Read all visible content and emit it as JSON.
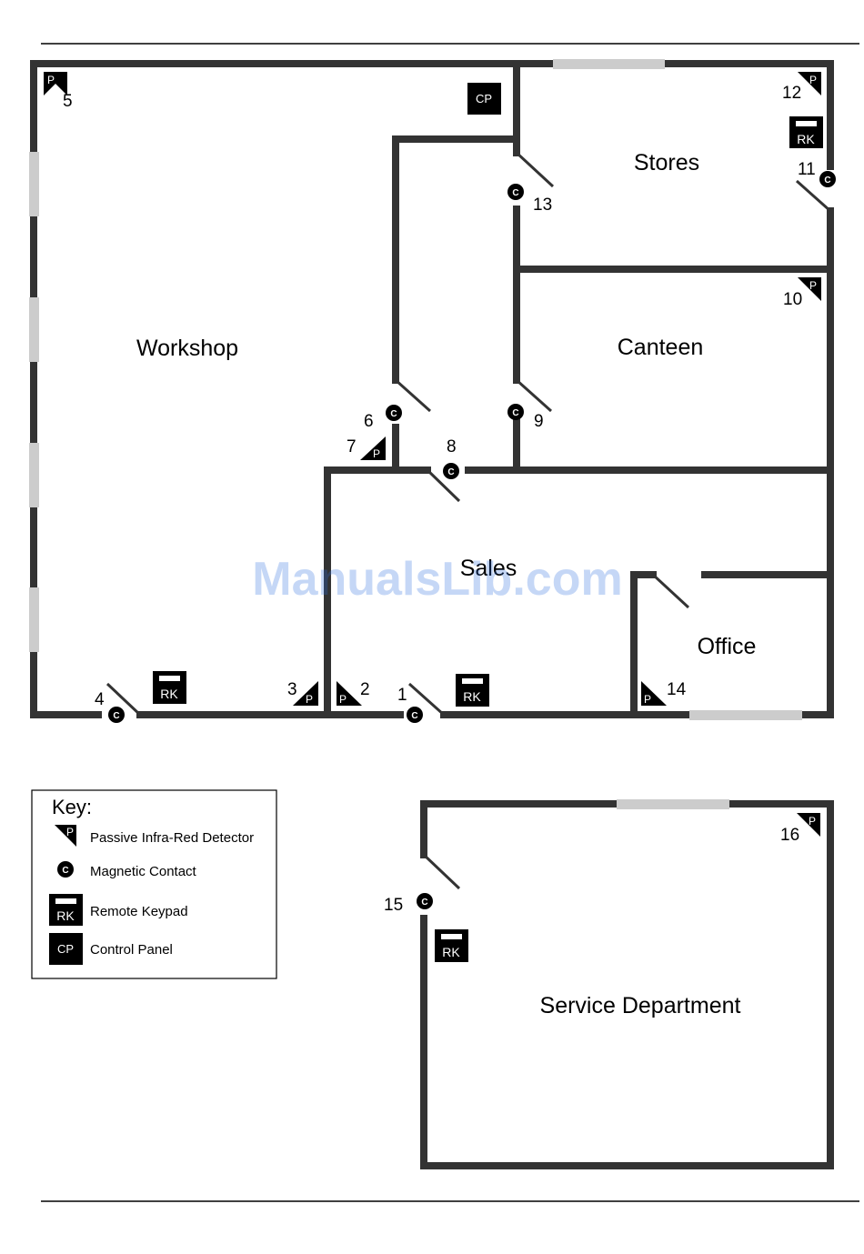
{
  "rooms": {
    "workshop": "Workshop",
    "stores": "Stores",
    "canteen": "Canteen",
    "sales": "Sales",
    "office": "Office",
    "service": "Service Department"
  },
  "devices": [
    {
      "id": "5",
      "type": "pir"
    },
    {
      "id": "12",
      "type": "pir"
    },
    {
      "id": "11",
      "type": "contact"
    },
    {
      "id": "13",
      "type": "contact"
    },
    {
      "id": "10",
      "type": "pir"
    },
    {
      "id": "6",
      "type": "contact"
    },
    {
      "id": "9",
      "type": "contact"
    },
    {
      "id": "7",
      "type": "pir"
    },
    {
      "id": "8",
      "type": "contact"
    },
    {
      "id": "4",
      "type": "contact"
    },
    {
      "id": "3",
      "type": "pir"
    },
    {
      "id": "2",
      "type": "pir"
    },
    {
      "id": "1",
      "type": "contact"
    },
    {
      "id": "14",
      "type": "pir"
    },
    {
      "id": "15",
      "type": "contact"
    },
    {
      "id": "16",
      "type": "pir"
    }
  ],
  "symbols": {
    "pir_letter": "P",
    "contact_letter": "C",
    "keypad_letters": "RK",
    "control_panel_letters": "CP"
  },
  "key": {
    "title": "Key:",
    "items": [
      {
        "label": "Passive Infra-Red Detector",
        "icon": "pir-detector-icon"
      },
      {
        "label": "Magnetic Contact",
        "icon": "magnetic-contact-icon"
      },
      {
        "label": "Remote Keypad",
        "icon": "remote-keypad-icon"
      },
      {
        "label": "Control Panel",
        "icon": "control-panel-icon"
      }
    ]
  },
  "watermark": "ManualsLib.com",
  "colors": {
    "wall": "#333333",
    "window": "#cccccc",
    "symbol": "#000000",
    "watermark": "#2f6fe0"
  }
}
